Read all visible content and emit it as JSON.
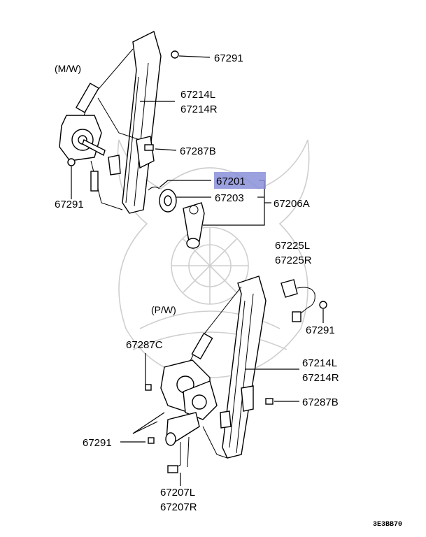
{
  "diagram": {
    "variants": {
      "manual": "(M/W)",
      "power": "(P/W)"
    },
    "labels": {
      "bolt_top": "67291",
      "regulator_top_l": "67214L",
      "regulator_top_r": "67214R",
      "bolt_top_left": "67291",
      "bolt_mid": "67287B",
      "handle_highlight": "67201",
      "washer": "67203",
      "handle_assy": "67206A",
      "switch_l": "67225L",
      "switch_r": "67225R",
      "bolt_switch": "67291",
      "bolt_lower_c": "67287C",
      "regulator_bot_l": "67214L",
      "regulator_bot_r": "67214R",
      "bolt_lower_b": "67287B",
      "bolt_lower_left": "67291",
      "motor_l": "67207L",
      "motor_r": "67207R"
    },
    "code": "3E3BB70",
    "highlight_color": "#8a8fd8"
  }
}
